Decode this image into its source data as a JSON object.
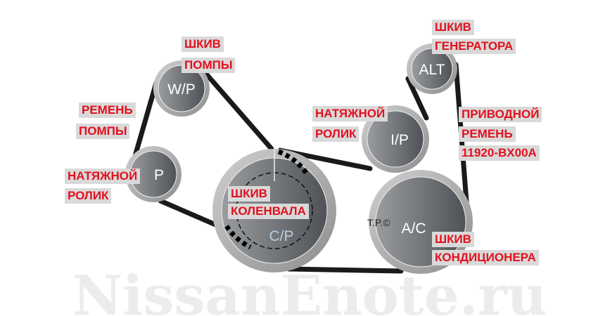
{
  "pulleys": {
    "water_pump": "W/P",
    "idler": "P",
    "crank": "C/P",
    "tensioner": "I/P",
    "alternator": "ALT",
    "ac": "A/C"
  },
  "labels": {
    "water_pump_1": "ШКИВ",
    "water_pump_2": "ПОМПЫ",
    "pump_belt_1": "РЕМЕНЬ",
    "pump_belt_2": "ПОМПЫ",
    "idler_1": "НАТЯЖНОЙ",
    "idler_2": "РОЛИК",
    "crank_1": "ШКИВ",
    "crank_2": "КОЛЕНВАЛА",
    "tensioner_1": "НАТЯЖНОЙ",
    "tensioner_2": "РОЛИК",
    "alternator_1": "ШКИВ",
    "alternator_2": "ГЕНЕРАТОРА",
    "drive_belt_1": "ПРИВОДНОЙ",
    "drive_belt_2": "РЕМЕНЬ",
    "drive_belt_3": "11920-BX00A",
    "ac_1": "ШКИВ",
    "ac_2": "КОНДИЦИОНЕРА"
  },
  "copyright": "T.P.©",
  "watermark": "NissanEnote.ru",
  "colors": {
    "label_text": "#e3101e",
    "label_bg": "#d9d9d9",
    "belt": "#1a1a1a"
  }
}
